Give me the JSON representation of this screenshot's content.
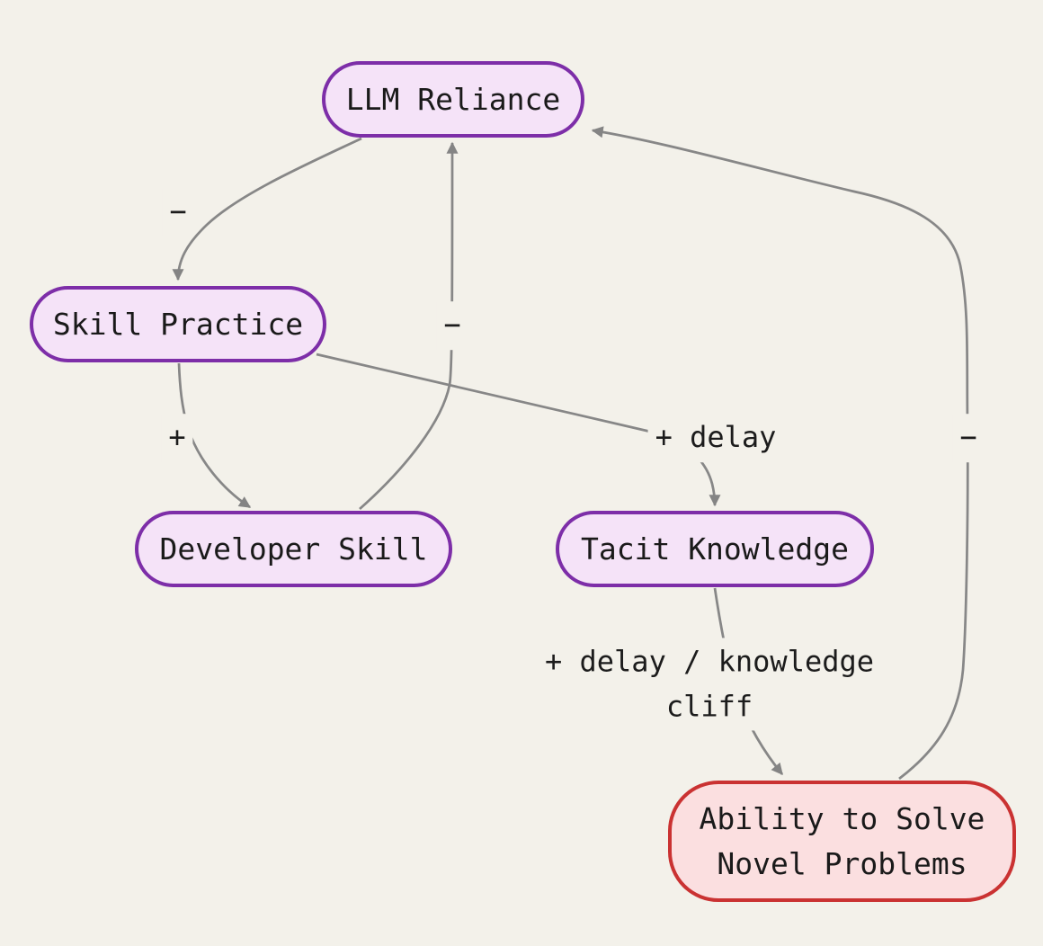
{
  "background_color": "#f3f1ea",
  "diagram": {
    "type": "causal-loop-flowchart",
    "edge_color": "#878787",
    "node_text_color": "#1a1a1a",
    "purple_node_style": {
      "fill": "#f5e3f8",
      "border": "#7d2ea8"
    },
    "red_node_style": {
      "fill": "#fbdfe0",
      "border": "#ca3232"
    },
    "nodes": [
      {
        "id": "llm_reliance",
        "label": "LLM Reliance",
        "style": "purple"
      },
      {
        "id": "skill_practice",
        "label": "Skill Practice",
        "style": "purple"
      },
      {
        "id": "developer_skill",
        "label": "Developer Skill",
        "style": "purple"
      },
      {
        "id": "tacit_knowledge",
        "label": "Tacit Knowledge",
        "style": "purple"
      },
      {
        "id": "ability_novel",
        "label": "Ability to Solve Novel Problems",
        "style": "red"
      }
    ],
    "edges": [
      {
        "from": "llm_reliance",
        "to": "skill_practice",
        "label": "−"
      },
      {
        "from": "skill_practice",
        "to": "developer_skill",
        "label": "+"
      },
      {
        "from": "developer_skill",
        "to": "llm_reliance",
        "label": "−"
      },
      {
        "from": "skill_practice",
        "to": "tacit_knowledge",
        "label": "+ delay"
      },
      {
        "from": "tacit_knowledge",
        "to": "ability_novel",
        "label": "+ delay / knowledge cliff"
      },
      {
        "from": "ability_novel",
        "to": "llm_reliance",
        "label": "−"
      }
    ]
  }
}
